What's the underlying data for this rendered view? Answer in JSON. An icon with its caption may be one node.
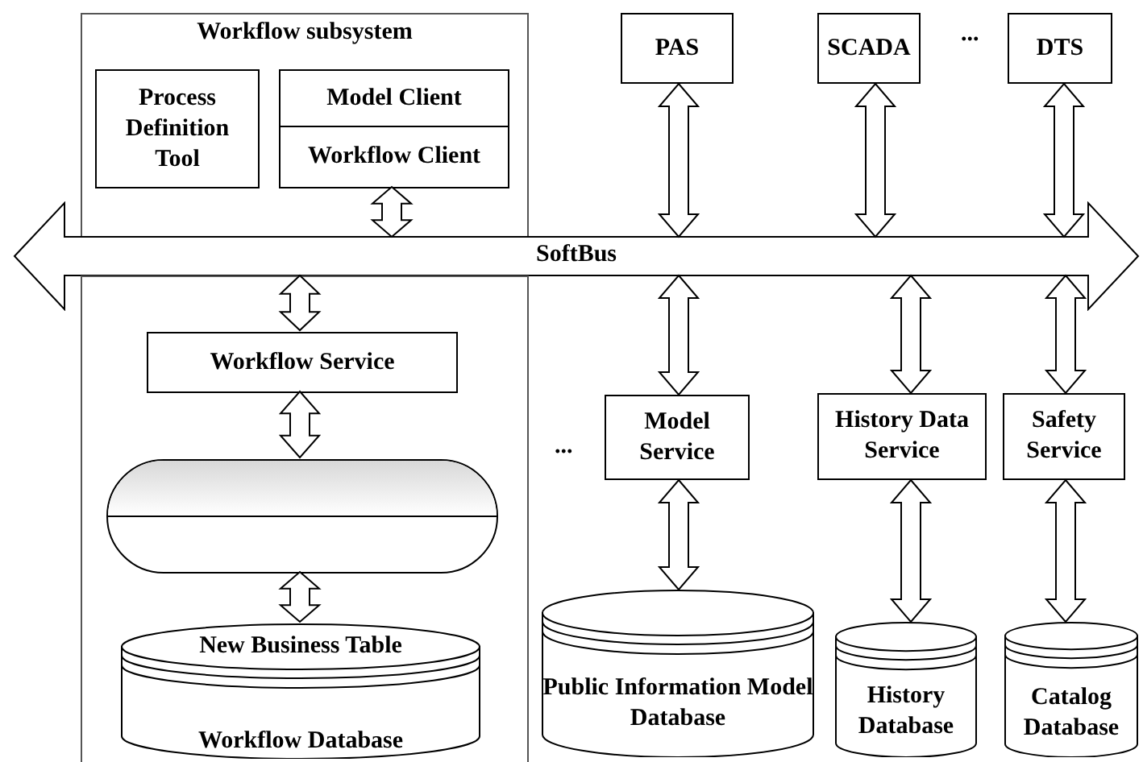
{
  "diagram": {
    "nodes": [
      {
        "text": [
          "Workflow subsystem"
        ]
      },
      {
        "text": [
          "Process Definition Tool"
        ],
        "in": 0
      },
      {
        "text": [
          "Model Client"
        ],
        "in": 0
      },
      {
        "text": [
          "Workflow Client"
        ],
        "in": 0
      },
      {
        "text": [
          "PAS"
        ]
      },
      {
        "text": [
          "SCADA"
        ]
      },
      {
        "text": [
          "DTS"
        ]
      },
      {
        "text": [
          "SoftBus"
        ]
      },
      {
        "text": [],
        "shape": "box"
      },
      {
        "text": [
          "Workflow Service"
        ],
        "in": 8
      },
      {
        "text": [],
        "shape": "capsule",
        "in": 8
      },
      {
        "text": [
          "New Business Table",
          "Workflow Database"
        ],
        "in": 8
      },
      {
        "text": [
          "Model Service"
        ]
      },
      {
        "text": [
          "History Data Service"
        ]
      },
      {
        "text": [
          "Safety Service"
        ]
      },
      {
        "text": [
          "Public Information Model Database"
        ]
      },
      {
        "text": [
          "History Database"
        ]
      },
      {
        "text": [
          "Catalog Database"
        ]
      }
    ],
    "edges": [
      {
        "from": 3,
        "to": 7,
        "arrow": "both"
      },
      {
        "from": 4,
        "to": 7,
        "arrow": "both"
      },
      {
        "from": 5,
        "to": 7,
        "arrow": "both"
      },
      {
        "from": 6,
        "to": 7,
        "arrow": "both"
      },
      {
        "from": 7,
        "to": 9,
        "arrow": "both"
      },
      {
        "from": 7,
        "to": 12,
        "arrow": "both"
      },
      {
        "from": 7,
        "to": 13,
        "arrow": "both"
      },
      {
        "from": 7,
        "to": 14,
        "arrow": "both"
      },
      {
        "from": 9,
        "to": 10,
        "arrow": "both"
      },
      {
        "from": 10,
        "to": 11,
        "arrow": "both"
      },
      {
        "from": 12,
        "to": 15,
        "arrow": "both"
      },
      {
        "from": 13,
        "to": 16,
        "arrow": "both"
      },
      {
        "from": 14,
        "to": 17,
        "arrow": "both"
      }
    ],
    "labels": [
      "...",
      "..."
    ]
  }
}
